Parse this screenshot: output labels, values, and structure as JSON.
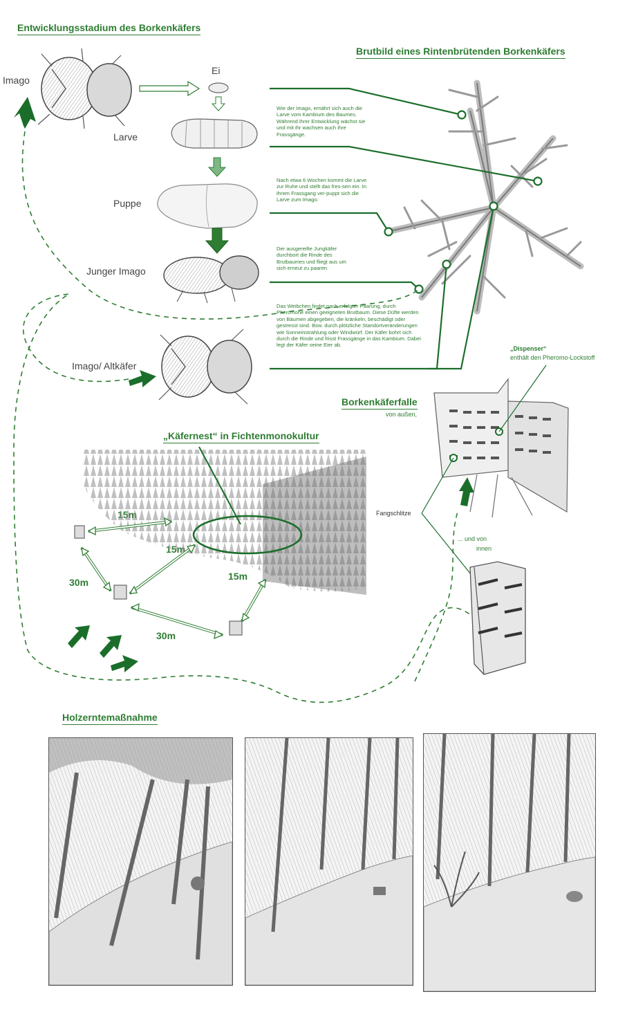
{
  "headings": {
    "development": "Entwicklungsstadium des Borkenkäfers",
    "brood": "Brutbild eines Rintenbrütenden Borkenkäfers",
    "trap": "Borkenkäferfalle",
    "nest": "„Käfernest“ in Fichtenmonokultur",
    "harvest": "Holzerntemaßnahme"
  },
  "stages": {
    "imago": "Imago",
    "ei": "Ei",
    "larve": "Larve",
    "puppe": "Puppe",
    "junger_imago": "Junger Imago",
    "altkaefer": "Imago/ Altkäfer"
  },
  "notes": {
    "note1": "Wie der Imago, ernährt sich auch die Larve vom Kambium des Baumes. Während ihrer Entwicklung wächst sie und mit ihr wachsen auch ihre Frassgänge.",
    "note2": "Nach etwa 6 Wochen kommt die Larve zur Ruhe und stellt das fres-sen ein. In ihrem Frassgang ver-puppt sich die Larve zum Imago.",
    "note3": "Der ausgereifte Jungkäfer durchbort die Rinde des Brutbaumes und fliegt aus um sich erneut zu paaren.",
    "note4": "Das Weibchen findet nach erfolgter Paarung, durch Pheromone einen geeigneten Brutbaum. Diese Düfte werden von Bäumen abgegeben, die kränkeln, beschädigt oder gestresst sind. Bsw. durch plötzliche Standortveränderungen wie Sonneinstrahlung oder Windwürf. Der Käfer bohrt sich durch die Rinde und frisst Frassgänge in das Kambium. Dabei legt der Käfer seine Eier ab."
  },
  "trap": {
    "outside": "von außen,",
    "dispenser_title": "„Dispenser“",
    "dispenser_text": "enthält den Pheromo-Lockstoff",
    "slots": "Fangschlitze",
    "inside_line1": "... und von",
    "inside_line2": "innen"
  },
  "distances": {
    "d1": "15m",
    "d2": "15m",
    "d3": "15m",
    "d4": "30m",
    "d5": "30m"
  },
  "colors": {
    "accent": "#2e7d32",
    "arrow": "#1b6e2a",
    "pencil": "#555555"
  }
}
